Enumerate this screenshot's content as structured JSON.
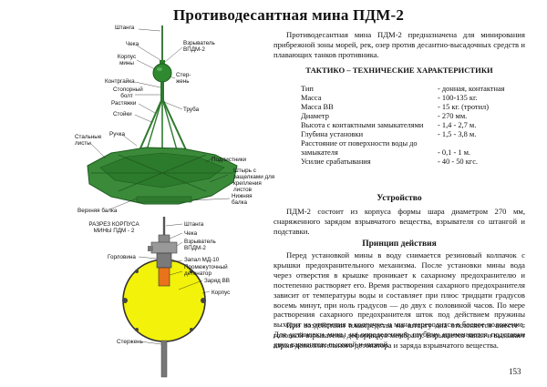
{
  "title": "Противодесантная мина  ПДМ-2",
  "intro": "Противодесантная мина ПДМ-2 предназначена для минирования прибрежной зоны морей, рек, озер против десантно-высадочных средств и плавающих танков противника.",
  "specs_heading": "ТАКТИКО – ТЕХНИЧЕСКИЕ ХАРАКТЕРИСТИКИ",
  "specs": [
    {
      "k": "Тип",
      "v": "- донная, контактная"
    },
    {
      "k": "Масса",
      "v": "- 100-135 кг."
    },
    {
      "k": "Масса ВВ",
      "v": "- 15 кг. (тротил)"
    },
    {
      "k": "Диаметр",
      "v": "- 270 мм."
    },
    {
      "k": "Высота с контактными замыкателями",
      "v": "- 1,4 - 2,7 м."
    },
    {
      "k": "Глубина установки",
      "v": "- 1,5 - 3,8 м."
    },
    {
      "k": "Расстояние от поверхности воды до замыкателя",
      "v": "- 0,1 - 1 м."
    },
    {
      "k": "Усилие срабатывания",
      "v": "- 40 - 50 кгс."
    }
  ],
  "device_heading": "Устройство",
  "device_text": "ПДМ-2 состоит из корпуса формы шара диаметром 270 мм, снаряженного зарядом взрывчатого вещества, взрывателя со штангой и подставки.",
  "principle_heading": "Принцип действия",
  "principle_text1": "Перед установкой мины в воду снимается резиновый колпачок с крышки предохранительного механизма. После установки мины вода через отверстия в крышке проникает к сахарному предохранителю и постепенно растворяет его. Время растворения сахарного предохранителя зависит от температуры воды и составляет при плюс тридцати градусов восемь минут, при ноль градусов — до двух с половиной часов. По мере растворения сахарного предохранителя шток под действием пружины выходит из отверстия в колпачке, и мина переводится в боевое положение. Для установки мины на определенную глубину применяются подставки двух вариантов: высокой и низкой.",
  "principle_text2": "При воздействии плавсредства на штангу она отклоняется вместе с головкой взрывателя, деформируя мембрану. Взрывается запал и вызывает взрыв дополнительного детонатора и заряда взрывчатого вещества.",
  "page_number": "153",
  "top_labels": {
    "shtanga": "Штанга",
    "cheka": "Чека",
    "vzryvatel": "Взрыватель ВПДМ-2",
    "korpus": "Корпус мины",
    "sterzhen": "Стер- жень",
    "kontrgaika": "Контргайка",
    "stoporny": "Стопорный болт",
    "truba": "Труба",
    "rastyazhki": "Растяжки",
    "stoyki": "Стойки",
    "stalnye": "Стальные листы",
    "ruchka": "Ручка",
    "podlistniki": "Подлистники",
    "shtyr": "Штырь с защелками для крепления листов",
    "nizhnyaya": "Нижняя балка",
    "verhnyaya": "Верхняя балка"
  },
  "section_title": "РАЗРЕЗ КОРПУСА МИНЫ ПДМ - 2",
  "section_labels": {
    "shtanga": "Штанга",
    "cheka": "Чека",
    "vzryvatel": "Взрыватель ВПДМ-2",
    "gorlovina": "Горловина",
    "zapal": "Запал МД-10",
    "detonator": "Промежуточный детонатор",
    "zaryad": "Заряд ВВ",
    "korpus": "Корпус",
    "sterzhen": "Стержень"
  },
  "colors": {
    "green": "#2f7a2f",
    "dark_green": "#1e5a1e",
    "yellow": "#f2f20a",
    "orange": "#e8731a"
  }
}
